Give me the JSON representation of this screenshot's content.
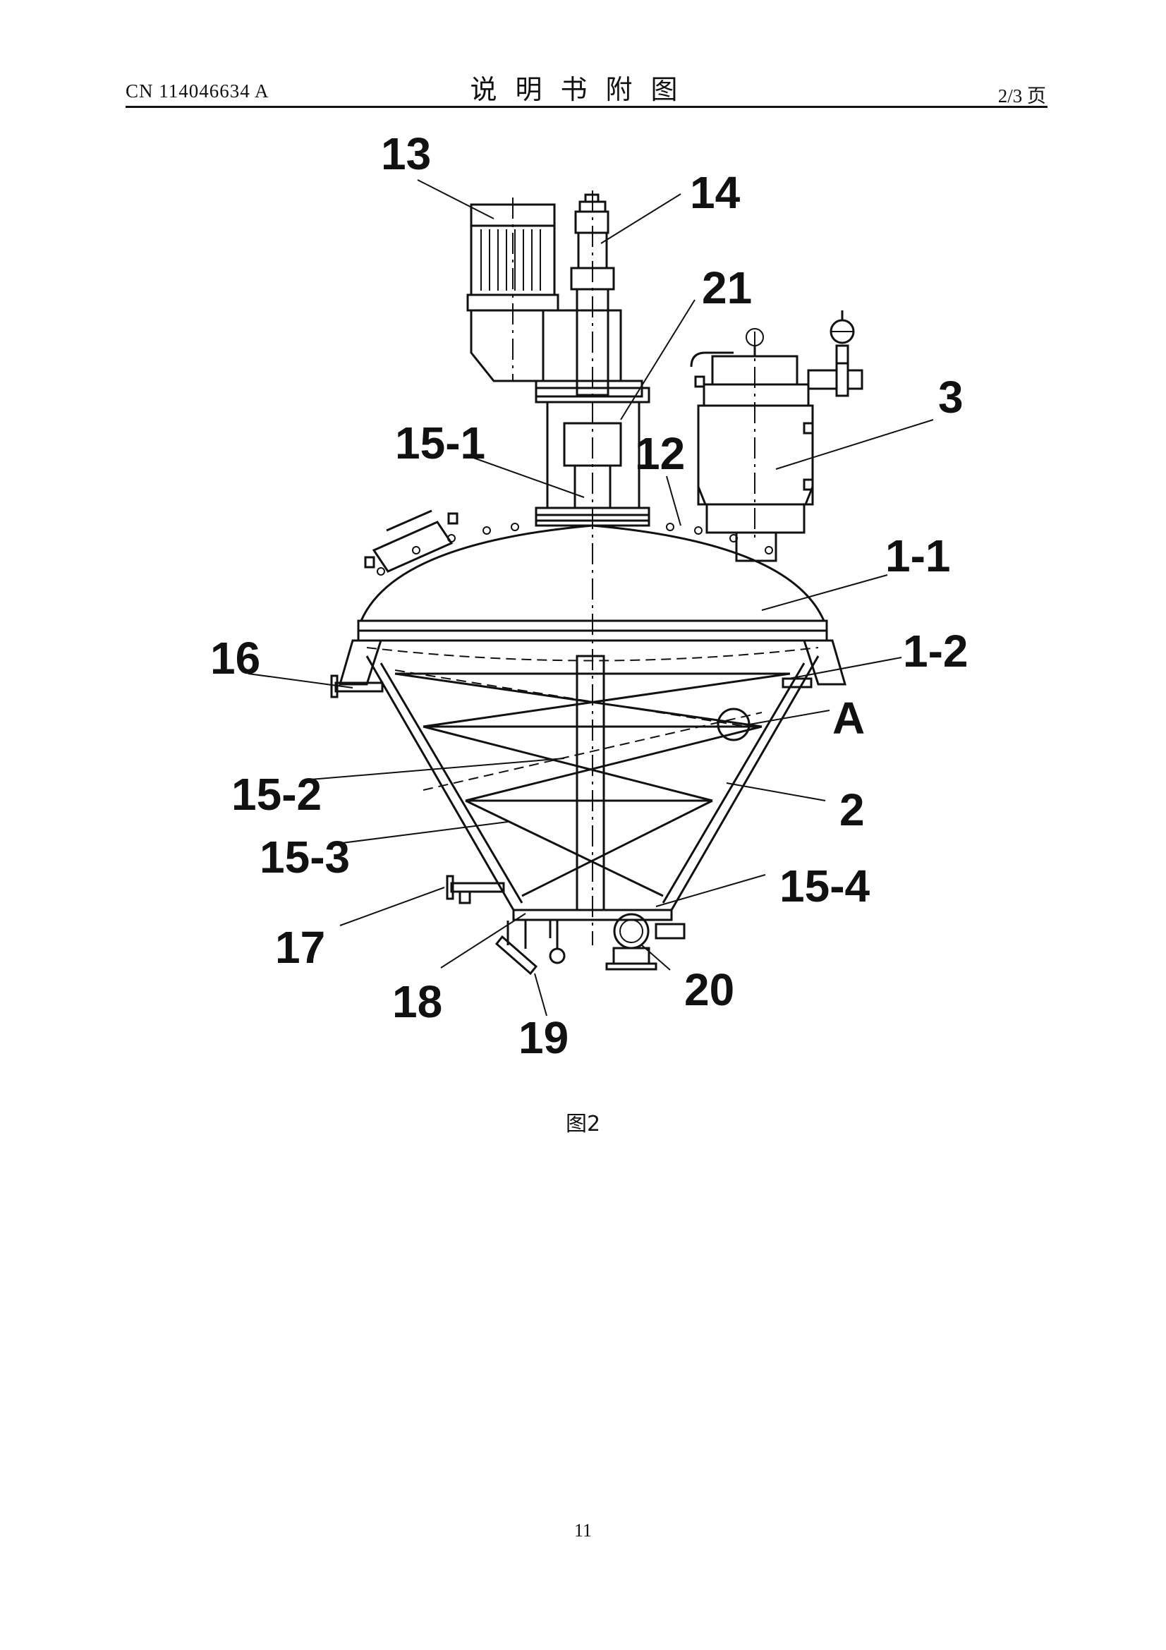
{
  "header": {
    "doc_number": "CN 114046634 A",
    "title": "说明书附图",
    "page_of": "2/3 页"
  },
  "figure": {
    "caption": "图2",
    "labels": {
      "l13": "13",
      "l14": "14",
      "l21": "21",
      "l3": "3",
      "l12": "12",
      "l15_1": "15-1",
      "l1_1": "1-1",
      "l16": "16",
      "l1_2": "1-2",
      "lA": "A",
      "l15_2": "15-2",
      "l2": "2",
      "l15_3": "15-3",
      "l15_4": "15-4",
      "l17": "17",
      "l18": "18",
      "l20": "20",
      "l19": "19"
    }
  },
  "footer": {
    "page_number": "11"
  }
}
